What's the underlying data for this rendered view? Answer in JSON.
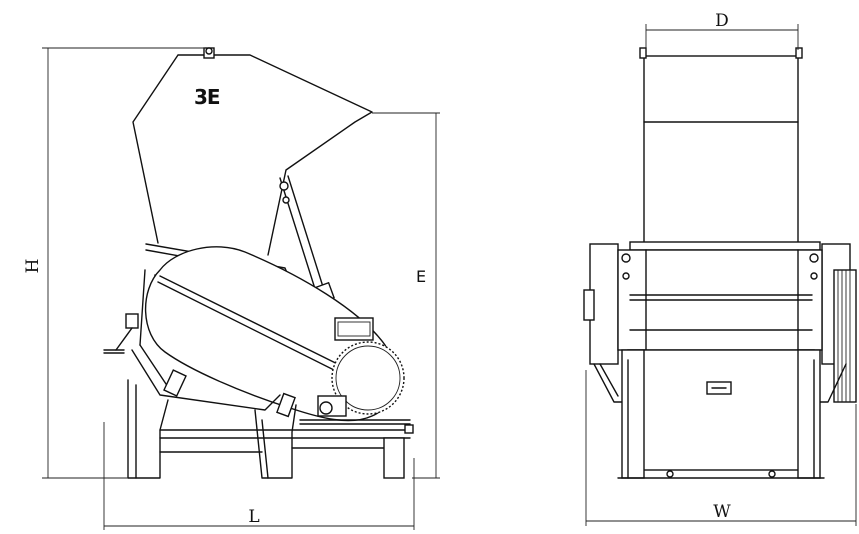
{
  "logo_text": "3E",
  "side_view": {
    "dimensions": {
      "height": "H",
      "length": "L",
      "inlet_height": "E"
    }
  },
  "front_view": {
    "dimensions": {
      "depth": "D",
      "width": "W"
    }
  }
}
